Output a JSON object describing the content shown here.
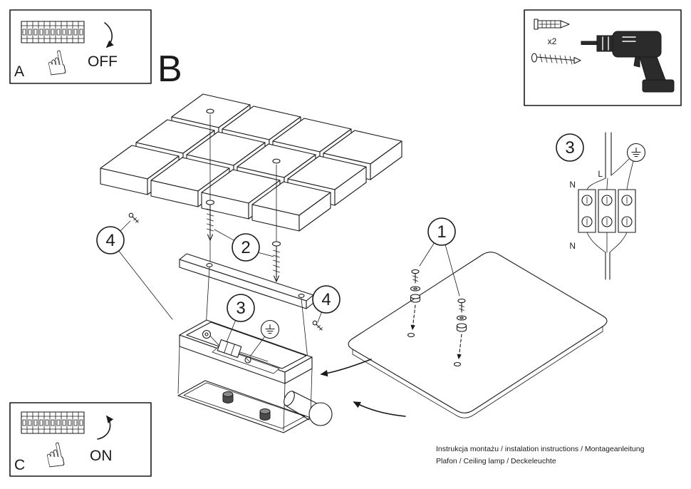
{
  "panel_a": {
    "label": "A",
    "action": "OFF",
    "hand_icon": "☝"
  },
  "panel_c": {
    "label": "C",
    "action": "ON",
    "hand_icon": "☝"
  },
  "hardware_box": {
    "quantity_label": "x2"
  },
  "step_b_label": "B",
  "callouts": {
    "c1": "1",
    "c2": "2",
    "c3": "3",
    "c4": "4"
  },
  "wiring": {
    "callout": "3",
    "live_label": "L",
    "neutral_top_label": "N",
    "neutral_bottom_label": "N"
  },
  "footer": {
    "line1": "Instrukcja montażu / instalation instructions / Montageanleitung",
    "line2": "Plafon / Ceiling lamp / Deckeleuchte"
  },
  "colors": {
    "ink": "#1a1a1a",
    "paper": "#ffffff"
  }
}
